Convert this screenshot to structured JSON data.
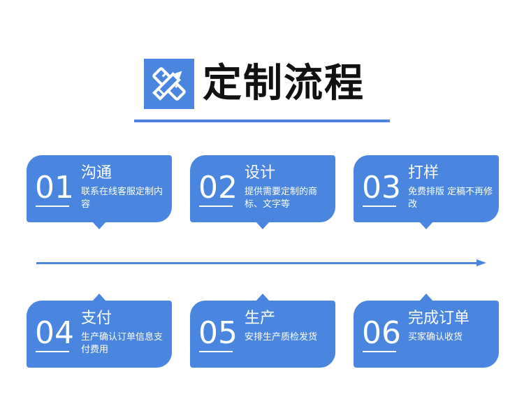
{
  "header": {
    "title": "定制流程",
    "icon": "ruler-pencil-icon"
  },
  "colors": {
    "accent": "#4a86e0",
    "text": "#111111",
    "card_text": "#ffffff"
  },
  "steps": [
    {
      "number": "01",
      "title": "沟通",
      "description": "联系在线客服定制内容"
    },
    {
      "number": "02",
      "title": "设计",
      "description": "提供需要定制的商标、文字等"
    },
    {
      "number": "03",
      "title": "打样",
      "description": "免费排版 定稿不再修改"
    },
    {
      "number": "04",
      "title": "支付",
      "description": "生产确认订单信息支付费用"
    },
    {
      "number": "05",
      "title": "生产",
      "description": "安排生产质检发货"
    },
    {
      "number": "06",
      "title": "完成订单",
      "description": "买家确认收货"
    }
  ]
}
